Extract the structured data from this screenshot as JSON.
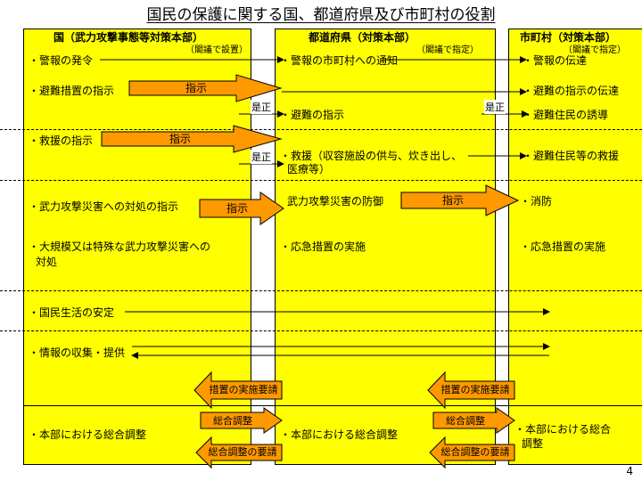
{
  "title": "国民の保護に関する国、都道府県及び市町村の役割",
  "columns": {
    "national": {
      "header": "国（武力攻撃事態等対策本部）",
      "sub": "（閣議で設置）"
    },
    "prefecture": {
      "header": "都道府県（対策本部）",
      "sub": "（閣議で指定）"
    },
    "municipal": {
      "header": "市町村（対策本部）",
      "sub": "（閣議で指定）"
    }
  },
  "national_items": [
    "・警報の発令",
    "・避難措置の指示",
    "・救援の指示",
    "・武力攻撃災害への対処の指示",
    "・大規模又は特殊な武力攻撃災害への",
    "対処",
    "・国民生活の安定",
    "・情報の収集・提供",
    "・本部における総合調整"
  ],
  "prefecture_items": [
    "・警報の市町村への通知",
    "・避難の指示",
    "・救援（収容施設の供与、炊き出し、",
    "医療等）",
    "武力攻撃災害の防御",
    "・応急措置の実施",
    "・本部における総合調整"
  ],
  "municipal_items": [
    "・警報の伝達",
    "・避難の指示の伝達",
    "・避難住民の誘導",
    "・避難住民等の救援",
    "・消防",
    "・応急措置の実施",
    "・本部における総合",
    "調整"
  ],
  "arrows": {
    "shiji": "指示",
    "zesei": "是正",
    "sochi_yosei": "措置の実施要請",
    "sogo_chosei": "総合調整",
    "sogo_chosei_yosei": "総合調整の要請"
  },
  "page_number": "4",
  "colors": {
    "panel": "#ffff00",
    "arrow": "#ff9900",
    "arrow_stroke": "#000000",
    "gap": "#ffffff"
  }
}
